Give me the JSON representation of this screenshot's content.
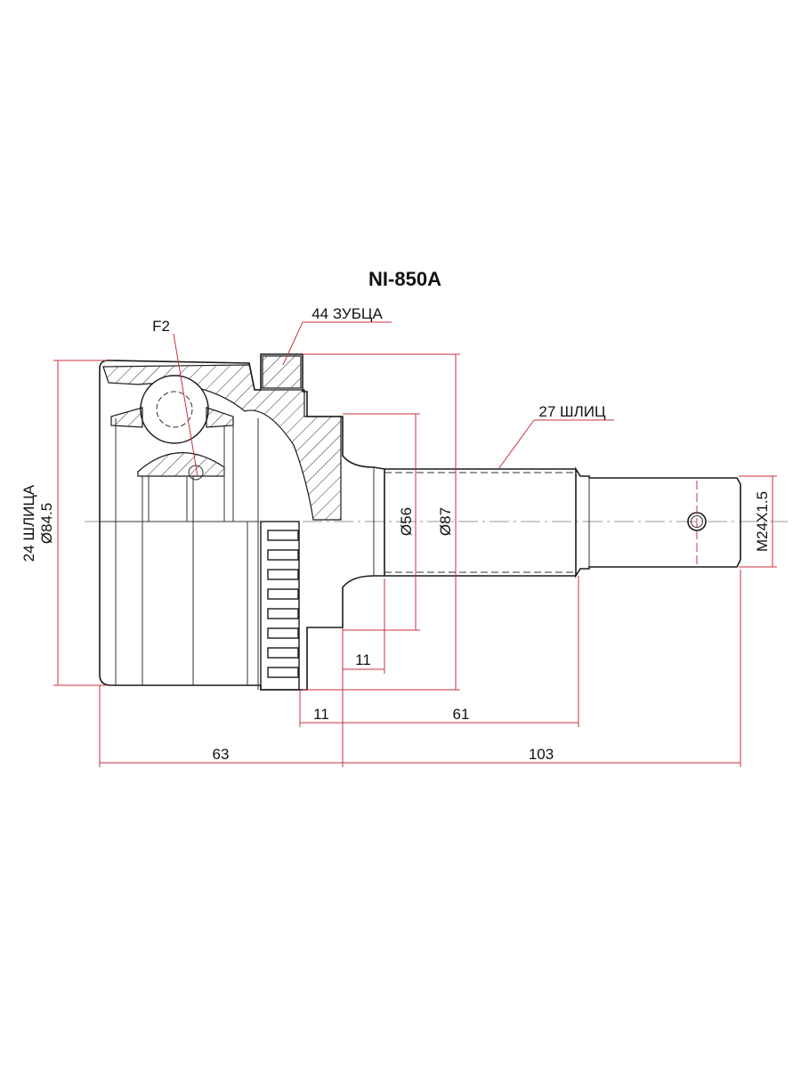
{
  "title": "NI-850A",
  "callouts": {
    "f2": "F2",
    "teeth": "44 ЗУБЦА",
    "outer_splines": "27 ШЛИЦ",
    "inner_splines": "24 ШЛИЦА"
  },
  "dimensions": {
    "housing_diameter": "Ø84.5",
    "diameter_56": "Ø56",
    "diameter_87": "Ø87",
    "thread": "M24X1.5",
    "offset_11_upper": "11",
    "offset_11_lower": "11",
    "length_61": "61",
    "length_63": "63",
    "length_103": "103"
  },
  "colors": {
    "dimension": "#c8323c",
    "outline": "#1a1a1a"
  }
}
